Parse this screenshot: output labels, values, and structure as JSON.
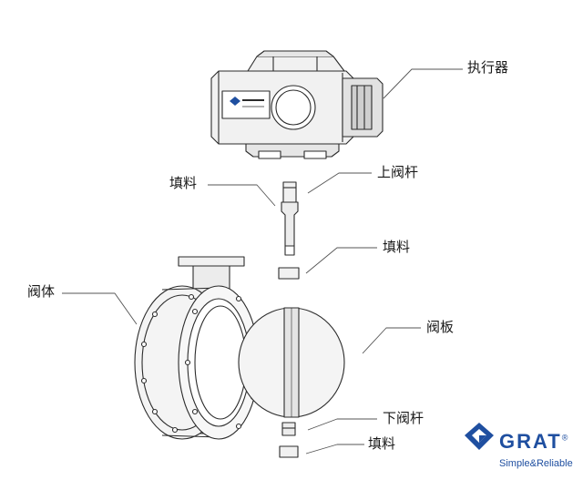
{
  "labels": {
    "actuator": "执行器",
    "upper_stem": "上阀杆",
    "packing_left": "填料",
    "packing_mid": "填料",
    "valve_body": "阀体",
    "valve_plate": "阀板",
    "lower_stem": "下阀杆",
    "packing_bottom": "填料"
  },
  "logo": {
    "wordmark": "GRAT",
    "registered_mark": "®",
    "slogan": "Simple&Reliable",
    "color": "#1f4fa0"
  },
  "colors": {
    "line": "#2b2b2b",
    "fill_light": "#f1f1f1",
    "fill_mid": "#dcdcdc",
    "fill_dark": "#bdbdbd"
  }
}
